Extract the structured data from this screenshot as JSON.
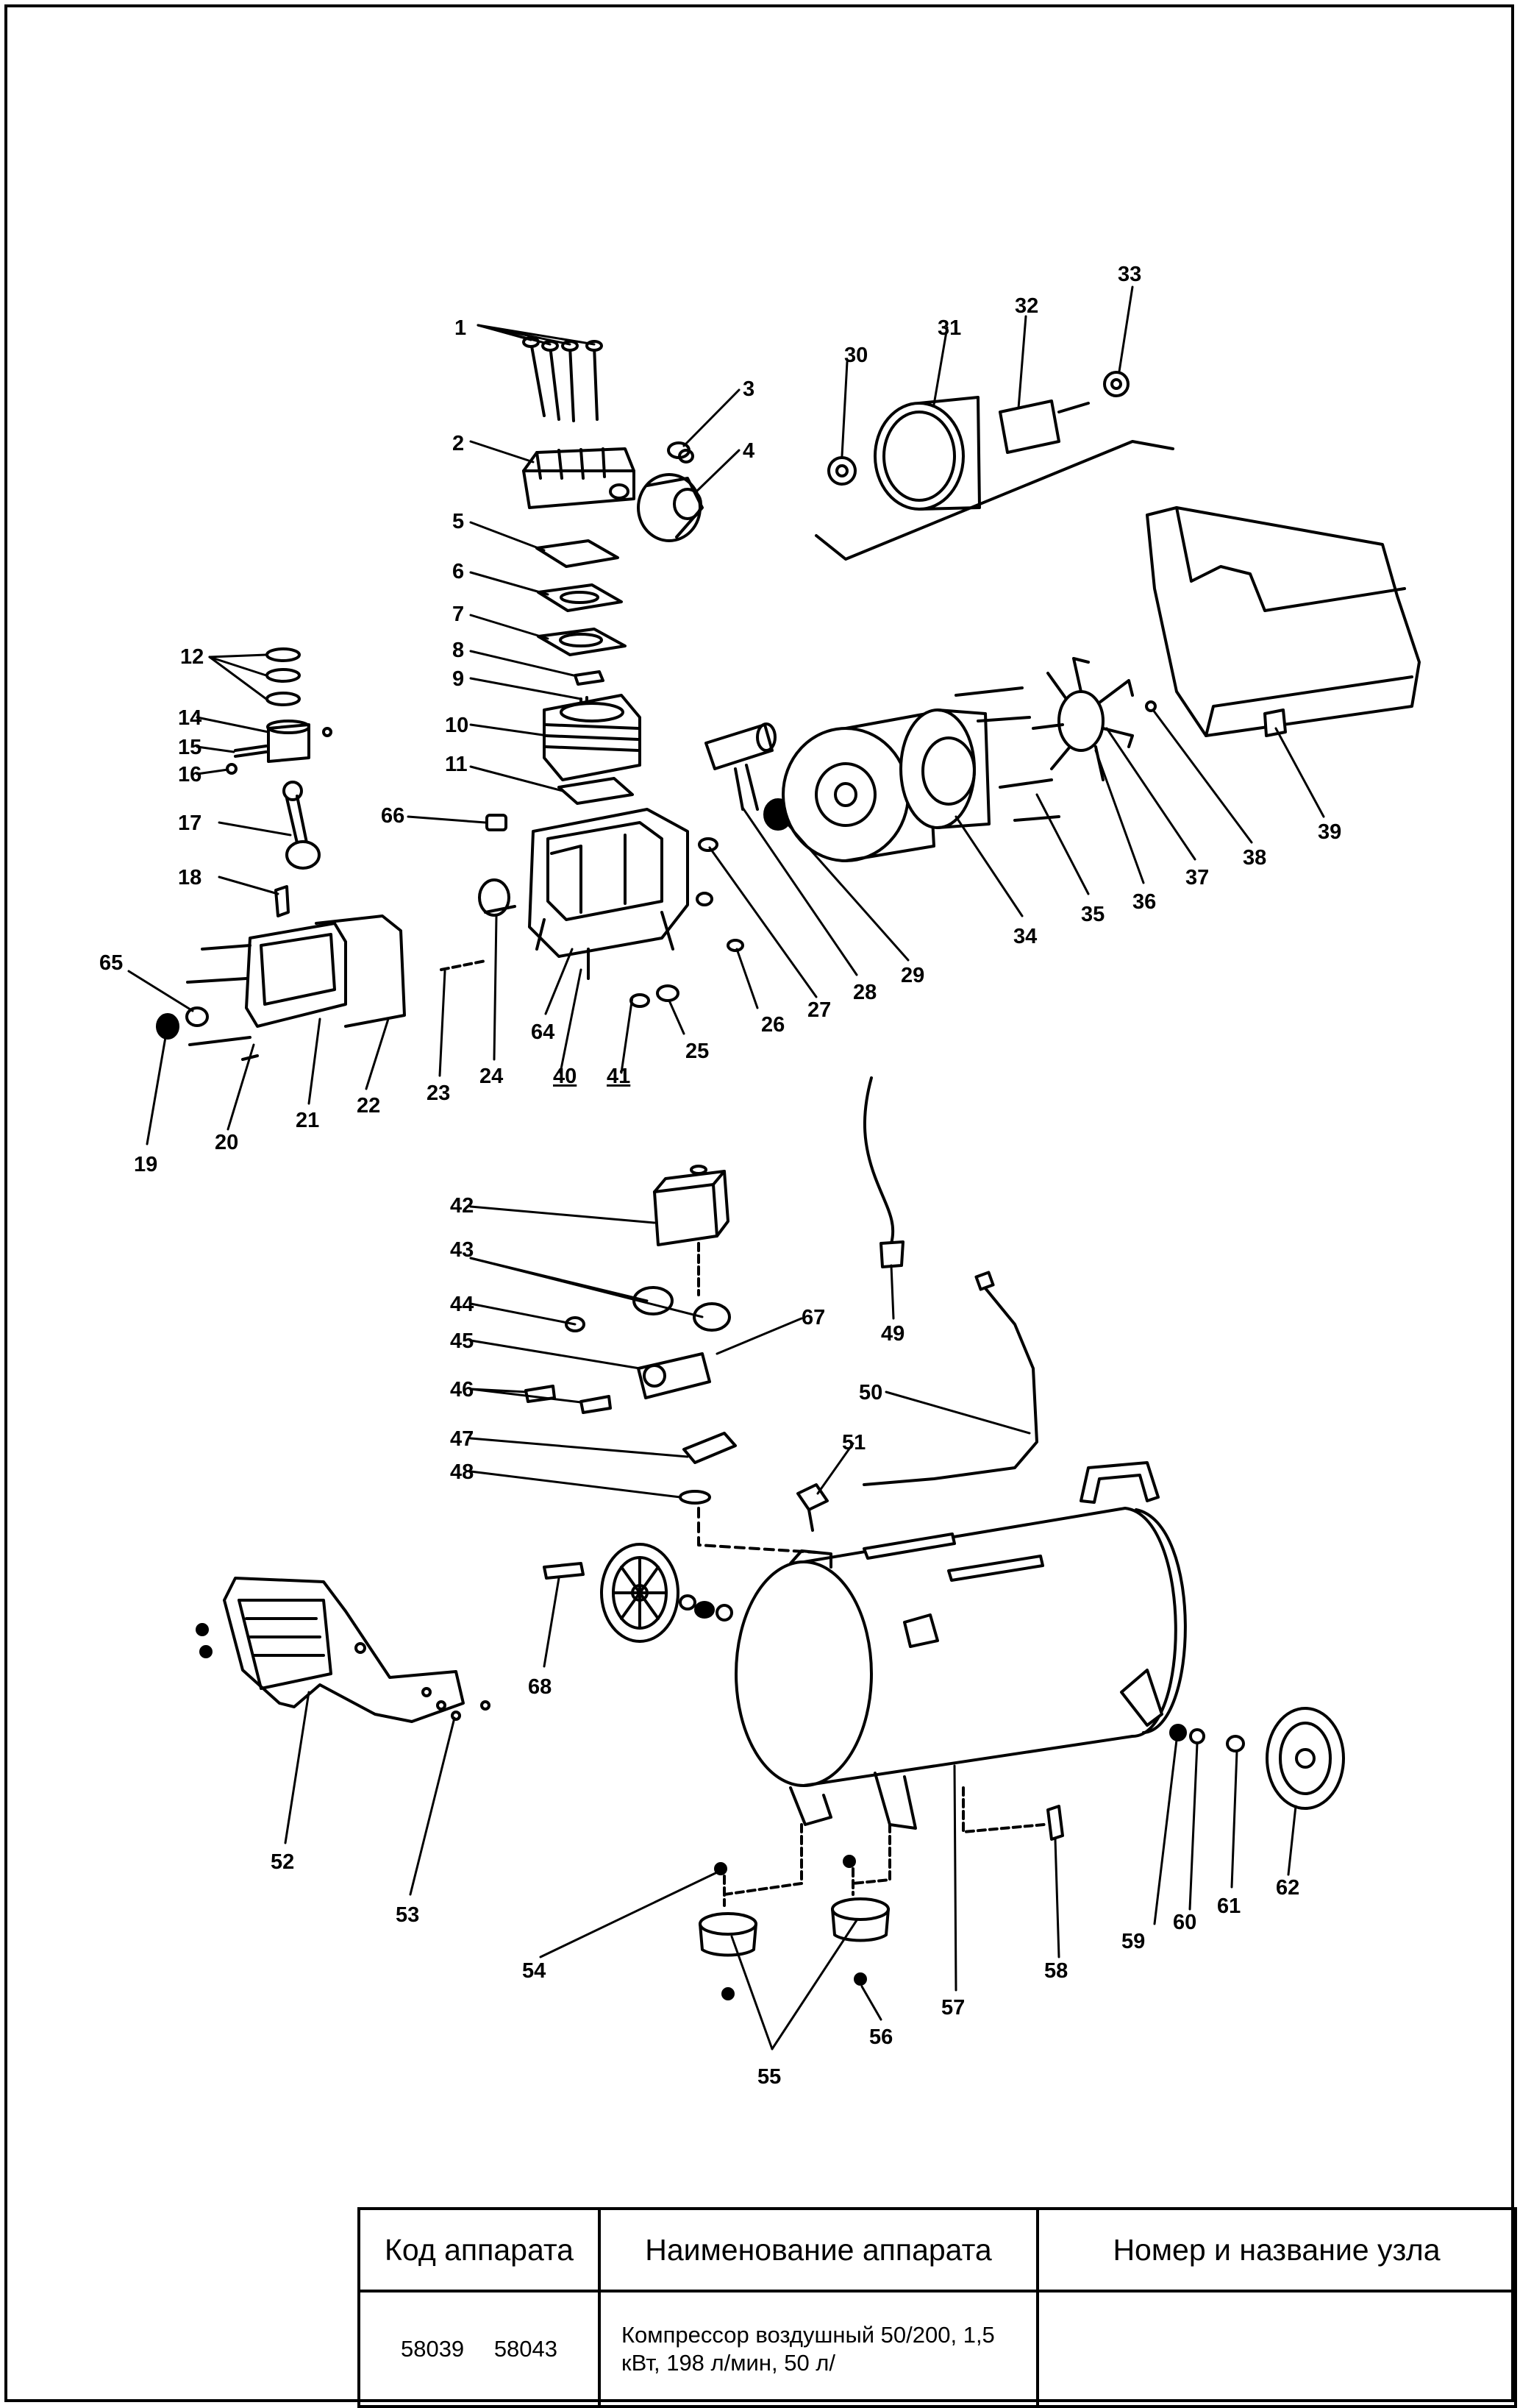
{
  "drawing": {
    "callouts": [
      "1",
      "2",
      "3",
      "4",
      "5",
      "6",
      "7",
      "8",
      "9",
      "10",
      "11",
      "12",
      "14",
      "15",
      "16",
      "17",
      "18",
      "19",
      "20",
      "21",
      "22",
      "23",
      "24",
      "25",
      "26",
      "27",
      "28",
      "29",
      "30",
      "31",
      "32",
      "33",
      "34",
      "35",
      "36",
      "37",
      "38",
      "39",
      "40",
      "41",
      "42",
      "43",
      "44",
      "45",
      "46",
      "47",
      "48",
      "49",
      "50",
      "51",
      "52",
      "53",
      "54",
      "55",
      "56",
      "57",
      "58",
      "59",
      "60",
      "61",
      "62",
      "64",
      "65",
      "66",
      "67",
      "68"
    ]
  },
  "titleblock": {
    "headers": {
      "code": "Код аппарата",
      "name": "Наименование аппарата",
      "unit": "Номер и название узла"
    },
    "codes": [
      "58039",
      "58043"
    ],
    "apparatus_name": "Компрессор воздушный 50/200, 1,5 кВт, 198 л/мин, 50 л/",
    "unit_name": ""
  }
}
